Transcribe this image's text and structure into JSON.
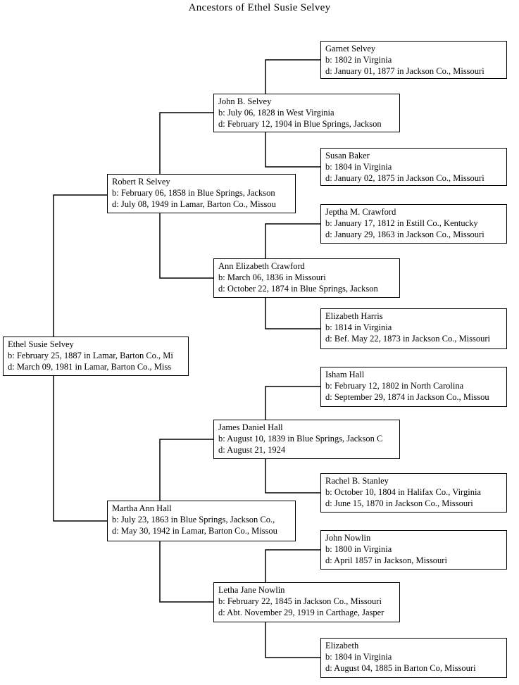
{
  "title": "Ancestors of Ethel Susie Selvey",
  "people": {
    "ethel": {
      "name": "Ethel Susie Selvey",
      "birth": "b: February 25, 1887 in Lamar, Barton Co., Mi",
      "death": "d: March 09, 1981 in Lamar, Barton Co., Miss"
    },
    "robert": {
      "name": "Robert R Selvey",
      "birth": "b: February 06, 1858 in Blue Springs, Jackson",
      "death": "d: July 08, 1949 in Lamar, Barton Co., Missou"
    },
    "martha": {
      "name": "Martha Ann Hall",
      "birth": "b: July 23, 1863 in Blue Springs, Jackson Co.,",
      "death": "d: May 30, 1942 in Lamar, Barton Co., Missou"
    },
    "john_b": {
      "name": "John B. Selvey",
      "birth": "b: July 06, 1828 in West Virginia",
      "death": "d: February 12, 1904 in Blue Springs, Jackson"
    },
    "ann": {
      "name": "Ann Elizabeth Crawford",
      "birth": "b: March 06, 1836 in Missouri",
      "death": "d: October 22, 1874 in Blue Springs, Jackson"
    },
    "james": {
      "name": "James Daniel Hall",
      "birth": "b: August 10, 1839 in Blue Springs, Jackson C",
      "death": "d: August 21, 1924"
    },
    "letha": {
      "name": "Letha Jane Nowlin",
      "birth": "b: February 22, 1845 in Jackson Co., Missouri",
      "death": "d: Abt. November 29, 1919 in Carthage, Jasper"
    },
    "garnet": {
      "name": "Garnet Selvey",
      "birth": "b: 1802 in Virginia",
      "death": "d: January 01, 1877 in Jackson Co., Missouri"
    },
    "susan": {
      "name": "Susan Baker",
      "birth": "b: 1804 in Virginia",
      "death": "d: January 02, 1875 in Jackson Co., Missouri"
    },
    "jeptha": {
      "name": "Jeptha M. Crawford",
      "birth": "b: January 17, 1812 in Estill Co., Kentucky",
      "death": "d: January 29, 1863 in Jackson Co., Missouri"
    },
    "elizabeth_harris": {
      "name": "Elizabeth Harris",
      "birth": "b: 1814 in Virginia",
      "death": "d: Bef. May 22, 1873 in Jackson Co.,  Missouri"
    },
    "isham": {
      "name": "Isham Hall",
      "birth": "b: February 12, 1802 in North Carolina",
      "death": "d: September 29, 1874 in Jackson Co., Missou"
    },
    "rachel": {
      "name": "Rachel B. Stanley",
      "birth": "b: October 10, 1804 in Halifax Co., Virginia",
      "death": "d: June 15, 1870 in Jackson Co., Missouri"
    },
    "john_nowlin": {
      "name": "John Nowlin",
      "birth": "b: 1800 in Virginia",
      "death": "d: April 1857 in Jackson, Missouri"
    },
    "elizabeth": {
      "name": "Elizabeth",
      "birth": "b: 1804 in Virginia",
      "death": "d: August 04, 1885 in Barton Co, Missouri"
    }
  },
  "line_color": "#000000"
}
